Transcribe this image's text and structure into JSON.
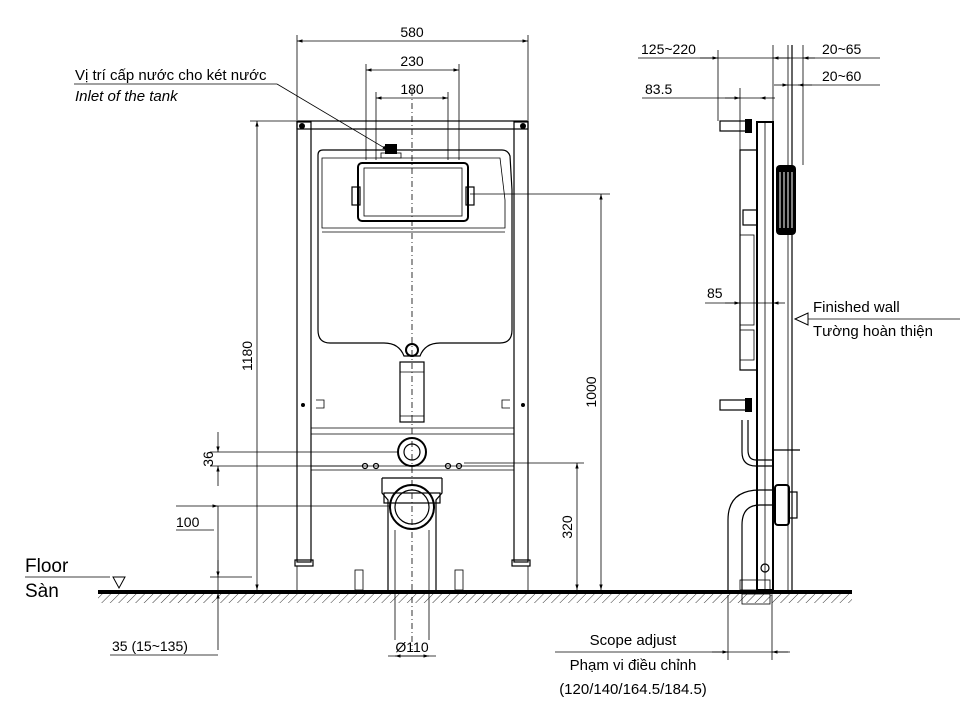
{
  "front_view": {
    "dim_width_total": "580",
    "dim_width_mid": "230",
    "dim_width_inner": "180",
    "dim_height_total": "1180",
    "dim_height_tank": "1000",
    "dim_height_outlet": "320",
    "dim_36": "36",
    "dim_100": "100",
    "dim_floor_offset": "35 (15~135)",
    "dim_pipe": "Ø110",
    "inlet_label_vi": "Vị trí cấp nước cho két nước",
    "inlet_label_en": "Inlet of the tank"
  },
  "floor": {
    "label_en": "Floor",
    "label_vi": "Sàn"
  },
  "side_view": {
    "dim_125_220": "125~220",
    "dim_20_65": "20~65",
    "dim_20_60": "20~60",
    "dim_83_5": "83.5",
    "dim_85": "85",
    "wall_label_en": "Finished wall",
    "wall_label_vi": "Tường hoàn thiện",
    "scope_en": "Scope adjust",
    "scope_vi": "Phạm vi điều chỉnh",
    "scope_values": "(120/140/164.5/184.5)"
  }
}
